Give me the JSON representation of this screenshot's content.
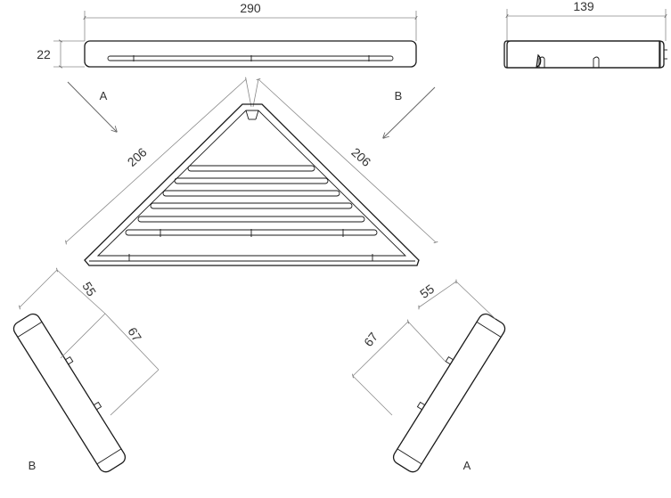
{
  "dimensions": {
    "front_length": "290",
    "front_height": "22",
    "side_length": "139",
    "edge_left": "206",
    "edge_right": "206",
    "view_b_55": "55",
    "view_b_67": "67",
    "view_a_55": "55",
    "view_a_67": "67"
  },
  "view_labels": {
    "top_left": "A",
    "top_right": "B",
    "bottom_left": "B",
    "bottom_right": "A"
  }
}
